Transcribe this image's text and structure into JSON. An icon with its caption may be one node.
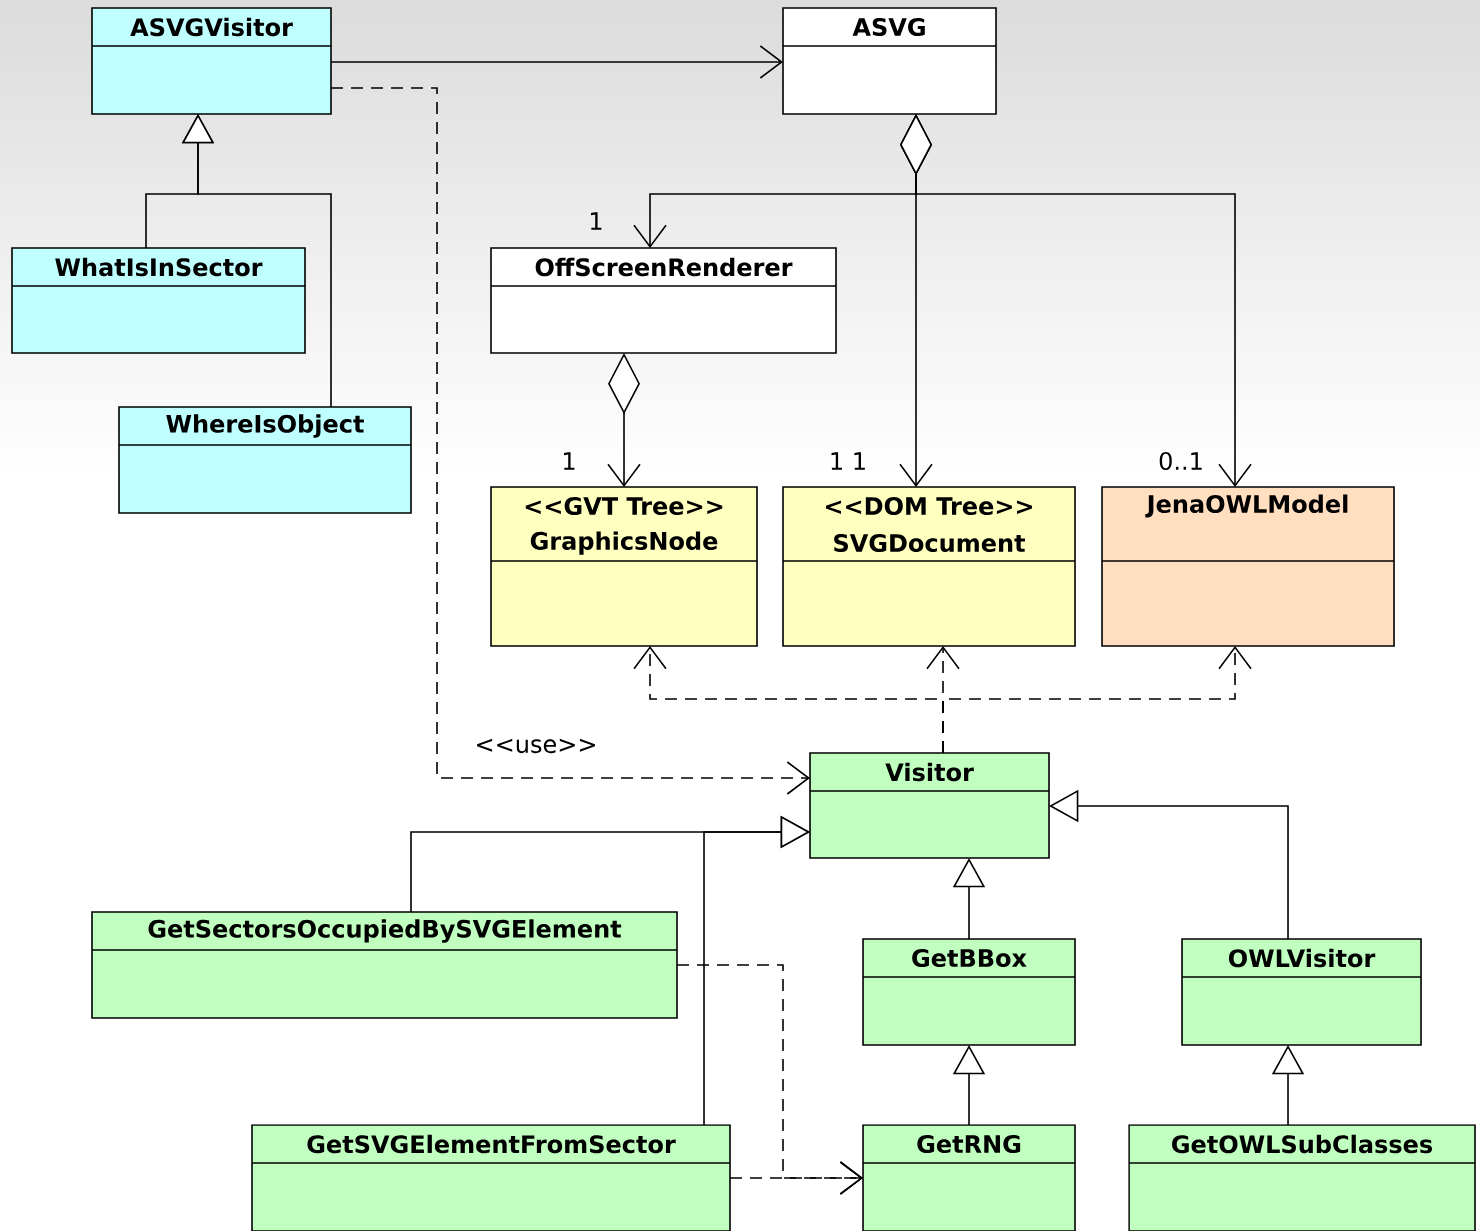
{
  "diagram": {
    "nodes": [
      {
        "text": [
          "ASVGVisitor"
        ]
      },
      {
        "text": [
          "ASVG"
        ]
      },
      {
        "text": [
          "WhatIsInSector"
        ]
      },
      {
        "text": [
          "WhereIsObject"
        ]
      },
      {
        "text": [
          "OffScreenRenderer"
        ]
      },
      {
        "text": [
          "<<GVT Tree>>",
          "GraphicsNode"
        ]
      },
      {
        "text": [
          "<<DOM Tree>>",
          "SVGDocument"
        ]
      },
      {
        "text": [
          "JenaOWLModel"
        ]
      },
      {
        "text": [
          "Visitor"
        ]
      },
      {
        "text": [
          "GetSectorsOccupiedBySVGElement"
        ]
      },
      {
        "text": [
          "GetBBox"
        ]
      },
      {
        "text": [
          "OWLVisitor"
        ]
      },
      {
        "text": [
          "GetSVGElementFromSector"
        ]
      },
      {
        "text": [
          "GetRNG"
        ]
      },
      {
        "text": [
          "GetOWLSubClasses"
        ]
      }
    ],
    "edges": [
      {
        "from": 0,
        "to": 1,
        "arrow": "to"
      },
      {
        "from": 0,
        "to": 8,
        "arrow": "to",
        "style": "dashed",
        "label": "<<use>>"
      },
      {
        "from": 2,
        "to": 0,
        "arrow": "to"
      },
      {
        "from": 3,
        "to": 0,
        "arrow": "to"
      },
      {
        "from": 1,
        "to": 4,
        "arrow": "to",
        "label": "1"
      },
      {
        "from": 1,
        "to": 6,
        "arrow": "to",
        "label": "1 1"
      },
      {
        "from": 1,
        "to": 7,
        "arrow": "to",
        "label": "0..1"
      },
      {
        "from": 4,
        "to": 5,
        "arrow": "to",
        "label": "1"
      },
      {
        "from": 8,
        "to": 5,
        "arrow": "to",
        "style": "dashed"
      },
      {
        "from": 8,
        "to": 6,
        "arrow": "to",
        "style": "dashed"
      },
      {
        "from": 8,
        "to": 7,
        "arrow": "to",
        "style": "dashed"
      },
      {
        "from": 9,
        "to": 8,
        "arrow": "to"
      },
      {
        "from": 12,
        "to": 8,
        "arrow": "to"
      },
      {
        "from": 10,
        "to": 8,
        "arrow": "to"
      },
      {
        "from": 11,
        "to": 8,
        "arrow": "to"
      },
      {
        "from": 13,
        "to": 10,
        "arrow": "to"
      },
      {
        "from": 14,
        "to": 11,
        "arrow": "to"
      },
      {
        "from": 9,
        "to": 13,
        "arrow": "to",
        "style": "dashed"
      },
      {
        "from": 12,
        "to": 13,
        "arrow": "to",
        "style": "dashed"
      }
    ]
  }
}
